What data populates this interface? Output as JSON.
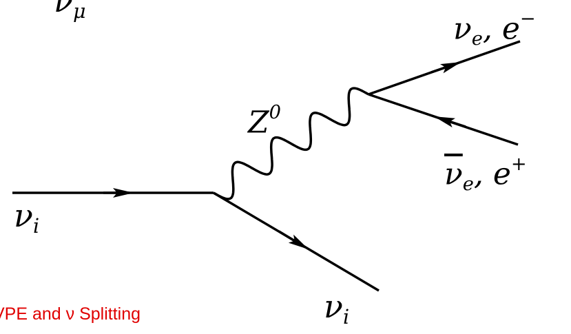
{
  "diagram": {
    "labels": {
      "nu_mu": {
        "sym": "ν",
        "sub": "μ"
      },
      "z0": {
        "sym": "Z",
        "sup": "0"
      },
      "top_right": {
        "sym1": "ν",
        "sub1": "e",
        "sep": ", ",
        "sym2": "e",
        "sup2": "−"
      },
      "bottom_right": {
        "sym1": "ν",
        "sub1": "e",
        "sep": ", ",
        "sym2": "e",
        "sup2": "+"
      },
      "nu_in": {
        "sym": "ν",
        "sub": "i"
      },
      "nu_out": {
        "sym": "ν",
        "sub": "i"
      }
    },
    "caption": {
      "text": "VPE and ν Splitting",
      "color": "#e00000"
    },
    "line_color": "#000000"
  }
}
